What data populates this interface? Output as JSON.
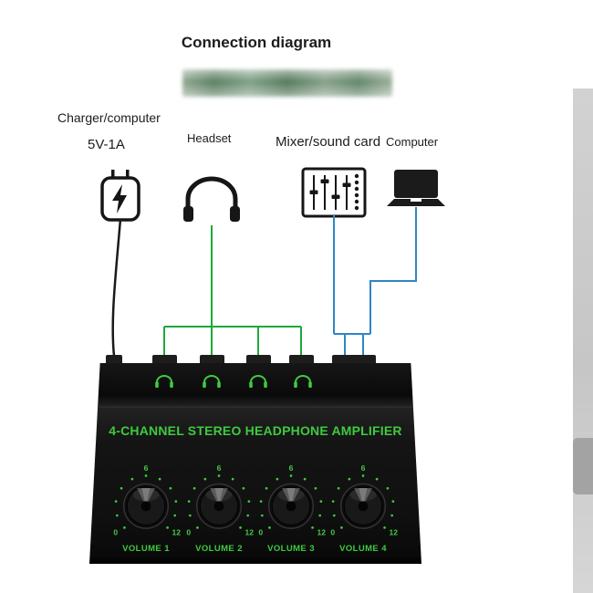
{
  "page": {
    "title": "Connection diagram"
  },
  "peripherals": {
    "charger": {
      "label": "Charger/computer",
      "spec": "5V-1A"
    },
    "headset": {
      "label": "Headset"
    },
    "mixer": {
      "label": "Mixer/sound card"
    },
    "computer": {
      "label": "Computer"
    }
  },
  "wires": {
    "charger_color": "#1a1a1a",
    "headset_color": "#1ea83a",
    "computer_color": "#2e86c5"
  },
  "amplifier": {
    "title": "4-CHANNEL STEREO HEADPHONE AMPLIFIER",
    "accent_color": "#3ecb3e",
    "channels": [
      {
        "label": "VOLUME 1",
        "scale": {
          "min": "0",
          "mid": "6",
          "max": "12"
        }
      },
      {
        "label": "VOLUME 2",
        "scale": {
          "min": "0",
          "mid": "6",
          "max": "12"
        }
      },
      {
        "label": "VOLUME 3",
        "scale": {
          "min": "0",
          "mid": "6",
          "max": "12"
        }
      },
      {
        "label": "VOLUME 4",
        "scale": {
          "min": "0",
          "mid": "6",
          "max": "12"
        }
      }
    ]
  }
}
